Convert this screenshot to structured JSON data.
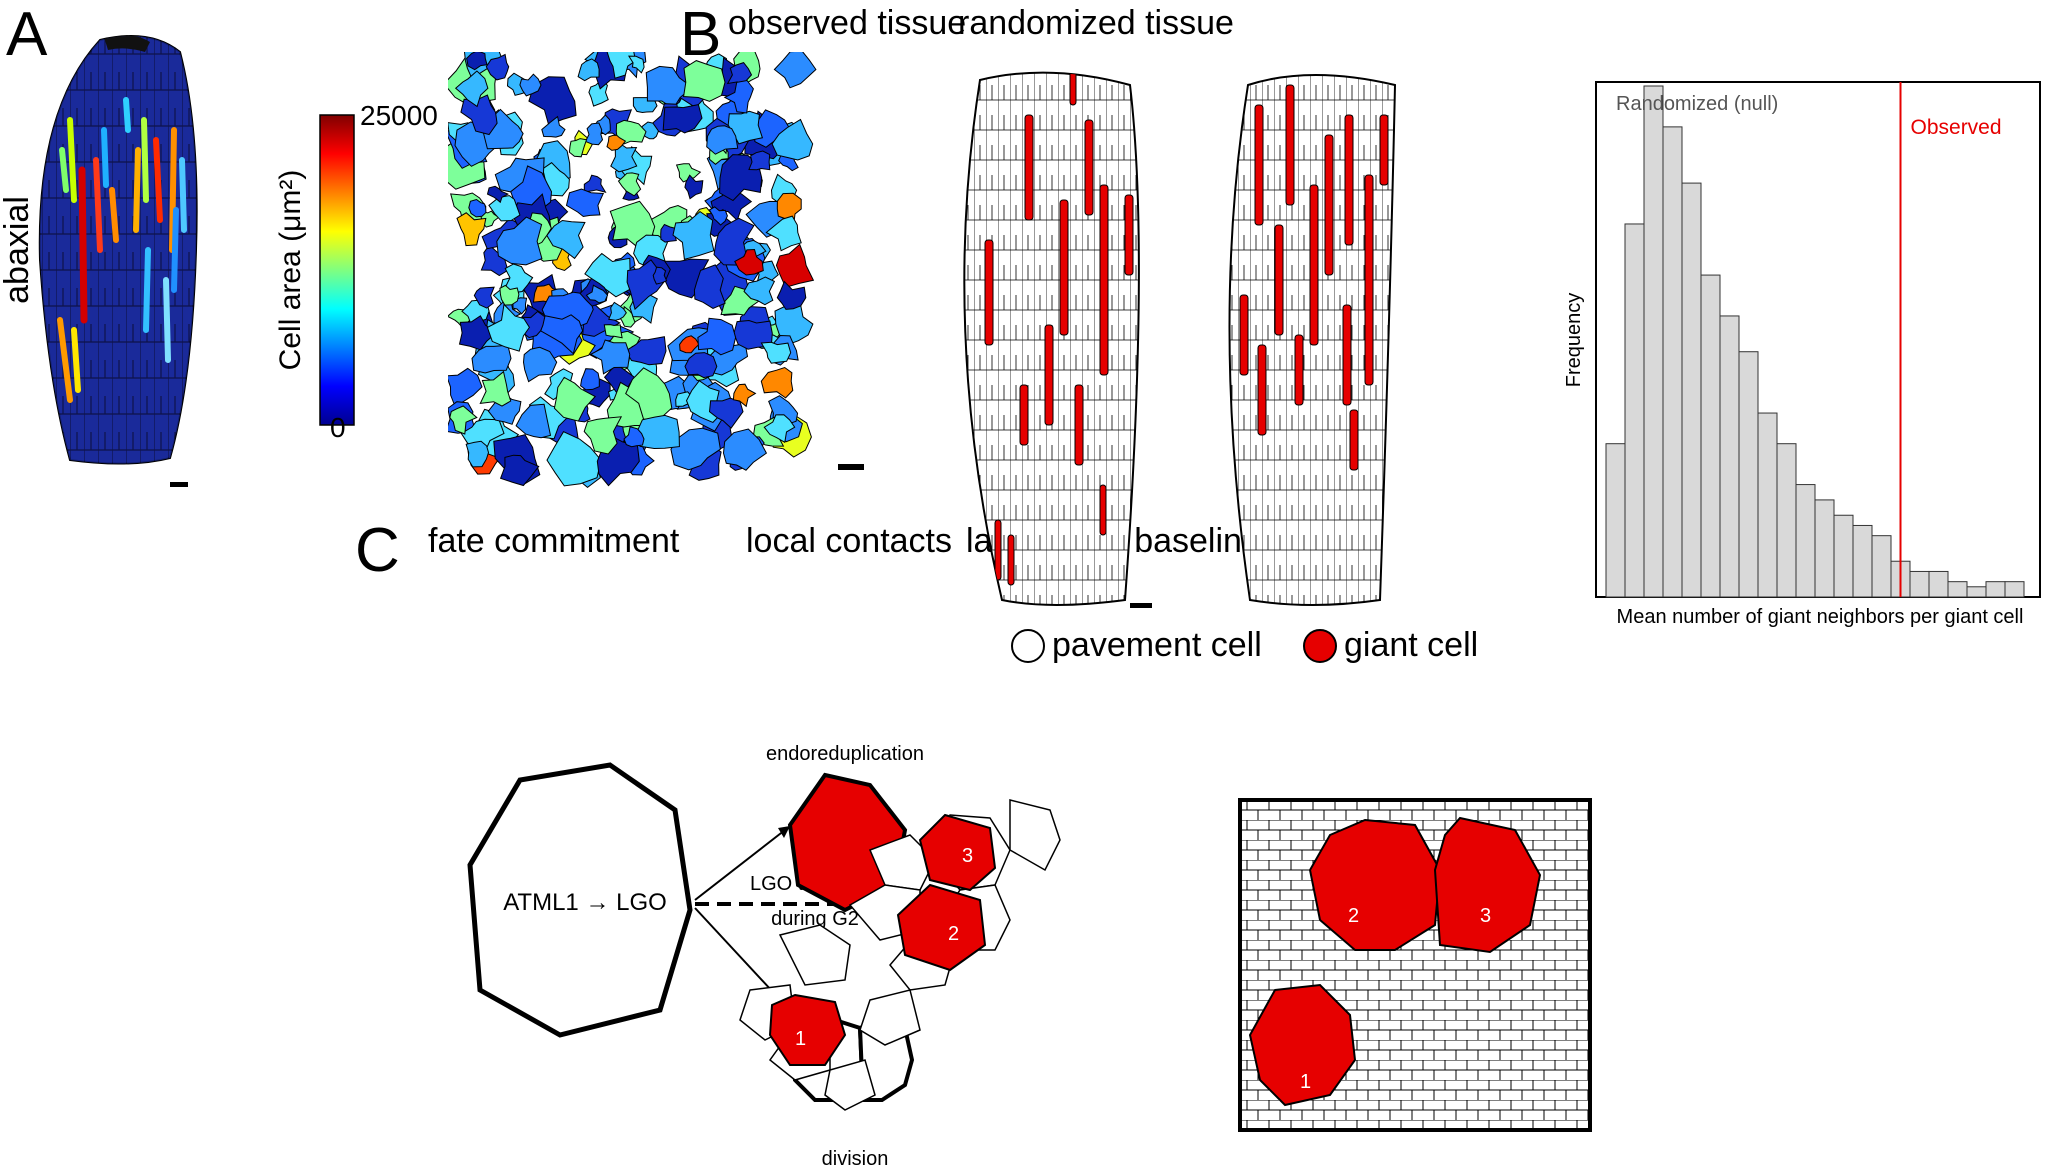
{
  "panel_letters": {
    "a": "A",
    "b": "B",
    "c": "C"
  },
  "panel_a": {
    "side_label": "abaxial",
    "colorbar": {
      "title": "Cell area (μm²)",
      "max_label": "25000",
      "min_label": "0"
    }
  },
  "panel_b": {
    "observed_title": "observed tissue",
    "randomized_title": "randomized tissue",
    "legend": {
      "pavement_label": "pavement cell",
      "giant_label": "giant cell"
    },
    "colors": {
      "giant": "#e60000",
      "histogram_fill": "#d9d9d9",
      "observed_line": "#e60000"
    }
  },
  "chart_data": {
    "type": "bar",
    "xlabel": "Mean number of giant neighbors per giant cell",
    "ylabel": "Frequency",
    "null_label": "Randomized (null)",
    "observed_label": "Observed",
    "values": [
      30,
      73,
      100,
      92,
      81,
      63,
      55,
      48,
      36,
      30,
      22,
      19,
      16,
      14,
      12,
      7,
      5,
      5,
      3,
      2,
      3,
      3
    ],
    "observed_bin_position": 15.5
  },
  "panel_c": {
    "titles": {
      "fate": "fate commitment",
      "contacts": "local contacts",
      "baseline": "later stage baseline"
    },
    "center_label": "ATML1 → LGO",
    "endo_label": "endoreduplication",
    "division_label": "division",
    "threshold_line1": "LGO threshold",
    "threshold_line2": "during G2",
    "cell_numbers": [
      "1",
      "2",
      "3"
    ]
  }
}
